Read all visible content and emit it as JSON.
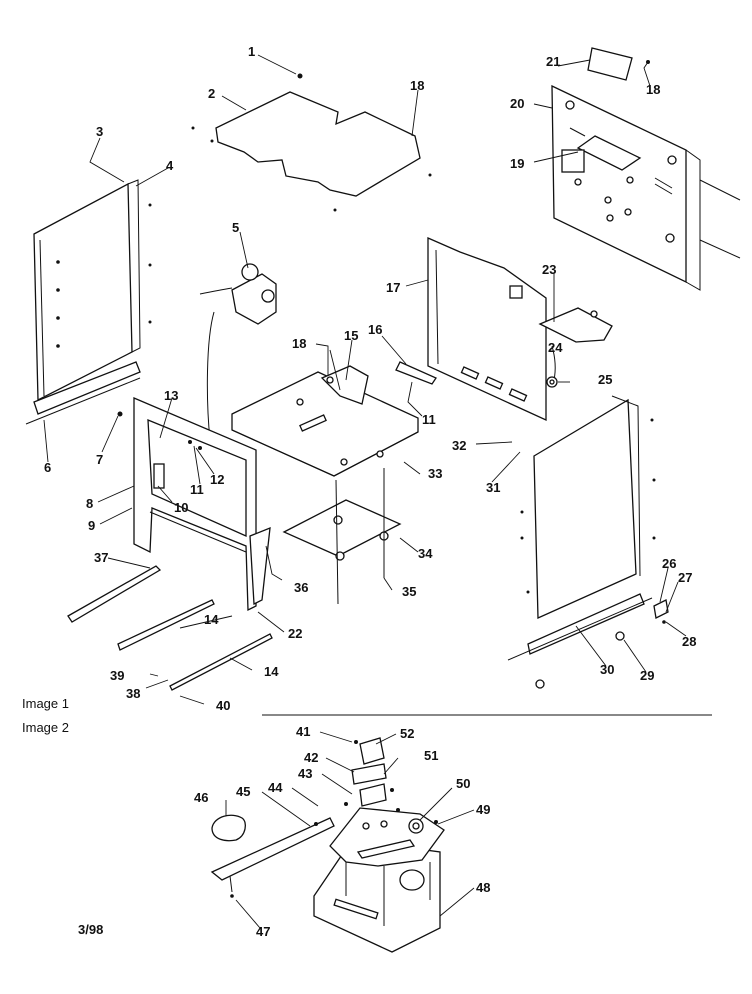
{
  "captions": {
    "image1": "Image 1",
    "image2": "Image 2",
    "date": "3/98"
  },
  "labels": [
    {
      "id": "l1",
      "text": "1"
    },
    {
      "id": "l2",
      "text": "2"
    },
    {
      "id": "l3",
      "text": "3"
    },
    {
      "id": "l4",
      "text": "4"
    },
    {
      "id": "l5",
      "text": "5"
    },
    {
      "id": "l6",
      "text": "6"
    },
    {
      "id": "l7",
      "text": "7"
    },
    {
      "id": "l8",
      "text": "8"
    },
    {
      "id": "l9",
      "text": "9"
    },
    {
      "id": "l10",
      "text": "10"
    },
    {
      "id": "l11a",
      "text": "11"
    },
    {
      "id": "l11b",
      "text": "11"
    },
    {
      "id": "l12",
      "text": "12"
    },
    {
      "id": "l13",
      "text": "13"
    },
    {
      "id": "l14a",
      "text": "14"
    },
    {
      "id": "l14b",
      "text": "14"
    },
    {
      "id": "l15",
      "text": "15"
    },
    {
      "id": "l16",
      "text": "16"
    },
    {
      "id": "l17",
      "text": "17"
    },
    {
      "id": "l18a",
      "text": "18"
    },
    {
      "id": "l18b",
      "text": "18"
    },
    {
      "id": "l18c",
      "text": "18"
    },
    {
      "id": "l19",
      "text": "19"
    },
    {
      "id": "l20",
      "text": "20"
    },
    {
      "id": "l21",
      "text": "21"
    },
    {
      "id": "l22",
      "text": "22"
    },
    {
      "id": "l23",
      "text": "23"
    },
    {
      "id": "l24",
      "text": "24"
    },
    {
      "id": "l25",
      "text": "25"
    },
    {
      "id": "l26",
      "text": "26"
    },
    {
      "id": "l27",
      "text": "27"
    },
    {
      "id": "l28",
      "text": "28"
    },
    {
      "id": "l29",
      "text": "29"
    },
    {
      "id": "l30",
      "text": "30"
    },
    {
      "id": "l31",
      "text": "31"
    },
    {
      "id": "l32",
      "text": "32"
    },
    {
      "id": "l33",
      "text": "33"
    },
    {
      "id": "l34",
      "text": "34"
    },
    {
      "id": "l35",
      "text": "35"
    },
    {
      "id": "l36",
      "text": "36"
    },
    {
      "id": "l37",
      "text": "37"
    },
    {
      "id": "l38",
      "text": "38"
    },
    {
      "id": "l39",
      "text": "39"
    },
    {
      "id": "l40",
      "text": "40"
    },
    {
      "id": "l41",
      "text": "41"
    },
    {
      "id": "l42",
      "text": "42"
    },
    {
      "id": "l43",
      "text": "43"
    },
    {
      "id": "l44",
      "text": "44"
    },
    {
      "id": "l45",
      "text": "45"
    },
    {
      "id": "l46",
      "text": "46"
    },
    {
      "id": "l47",
      "text": "47"
    },
    {
      "id": "l48",
      "text": "48"
    },
    {
      "id": "l49",
      "text": "49"
    },
    {
      "id": "l50",
      "text": "50"
    },
    {
      "id": "l51",
      "text": "51"
    },
    {
      "id": "l52",
      "text": "52"
    }
  ]
}
